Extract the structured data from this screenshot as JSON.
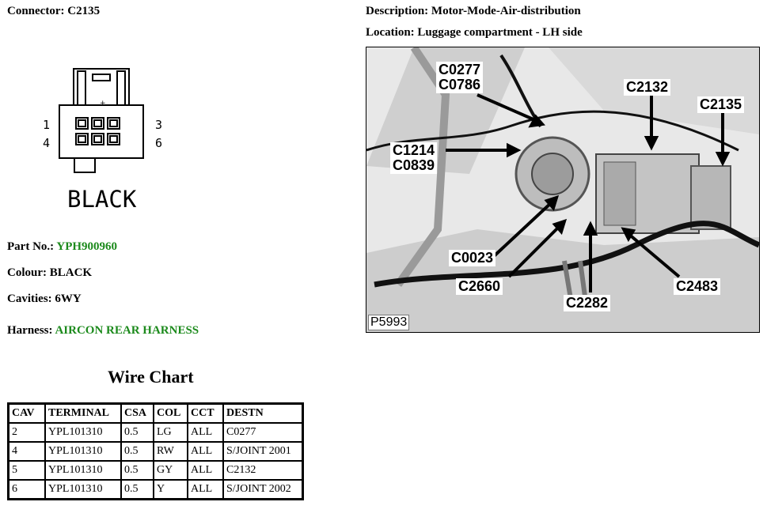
{
  "connector": {
    "label": "Connector:",
    "value": "C2135"
  },
  "description": {
    "label": "Description:",
    "value": "Motor-Mode-Air-distribution"
  },
  "location": {
    "label": "Location:",
    "value": "Luggage compartment - LH side"
  },
  "drawing": {
    "pin_top_left": "1",
    "pin_top_right": "3",
    "pin_bottom_left": "4",
    "pin_bottom_right": "6",
    "colour_text": "BLACK"
  },
  "part_no": {
    "label": "Part No.:",
    "value": "YPH900960"
  },
  "colour": {
    "label": "Colour:",
    "value": "BLACK"
  },
  "cavities": {
    "label": "Cavities:",
    "value": "6WY"
  },
  "harness": {
    "label": "Harness:",
    "value": "AIRCON REAR HARNESS"
  },
  "wire_chart": {
    "title": "Wire Chart",
    "headers": [
      "CAV",
      "TERMINAL",
      "CSA",
      "COL",
      "CCT",
      "DESTN"
    ],
    "rows": [
      [
        "2",
        "YPL101310",
        "0.5",
        "LG",
        "ALL",
        "C0277"
      ],
      [
        "4",
        "YPL101310",
        "0.5",
        "RW",
        "ALL",
        "S/JOINT 2001"
      ],
      [
        "5",
        "YPL101310",
        "0.5",
        "GY",
        "ALL",
        "C2132"
      ],
      [
        "6",
        "YPL101310",
        "0.5",
        "Y",
        "ALL",
        "S/JOINT 2002"
      ]
    ]
  },
  "photo": {
    "ref": "P5993",
    "callouts": {
      "c0277": "C0277",
      "c0786": "C0786",
      "c2132": "C2132",
      "c2135": "C2135",
      "c1214": "C1214",
      "c0839": "C0839",
      "c0023": "C0023",
      "c2660": "C2660",
      "c2282": "C2282",
      "c2483": "C2483"
    }
  },
  "colors": {
    "accent_green": "#1c8a1c"
  }
}
